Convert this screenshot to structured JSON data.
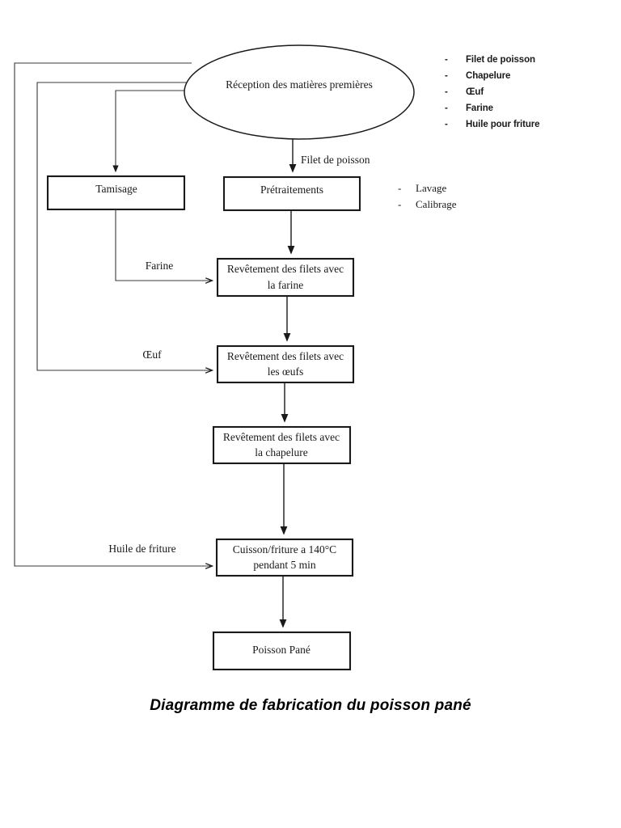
{
  "title": "Diagramme de fabrication du poisson pané",
  "caption": "Diagramme de fabrication du poisson pané",
  "nodes": {
    "reception": "Réception des matières premières",
    "tamisage": "Tamisage",
    "pretraitements": "Prétraitements",
    "revetement_farine_l1": "Revêtement des filets avec",
    "revetement_farine_l2": "la farine",
    "revetement_oeufs_l1": "Revêtement des filets avec",
    "revetement_oeufs_l2": "les œufs",
    "revetement_chapelure_l1": "Revêtement des filets avec",
    "revetement_chapelure_l2": "la chapelure",
    "cuisson_l1": "Cuisson/friture a 140°C",
    "cuisson_l2": "pendant 5 min",
    "poisson_pane": "Poisson Pané"
  },
  "edge_labels": {
    "filet_de_poisson": "Filet de poisson",
    "farine": "Farine",
    "oeuf": "Œuf",
    "huile_de_friture": "Huile de friture"
  },
  "legend_matieres": {
    "items": [
      "Filet de poisson",
      "Chapelure",
      "Œuf",
      "Farine",
      "Huile pour friture"
    ],
    "bullet": "-"
  },
  "legend_pretraitements": {
    "items": [
      "Lavage",
      "Calibrage"
    ],
    "bullet": "-"
  },
  "chart_data": {
    "type": "diagram",
    "title": "Diagramme de fabrication du poisson pané",
    "flow": [
      "Réception des matières premières",
      "Prétraitements",
      "Revêtement des filets avec la farine",
      "Revêtement des filets avec les œufs",
      "Revêtement des filets avec la chapelure",
      "Cuisson/friture a 140°C pendant 5 min",
      "Poisson Pané"
    ]
  },
  "colors": {
    "stroke": "#1a1a1a",
    "background": "#ffffff"
  }
}
